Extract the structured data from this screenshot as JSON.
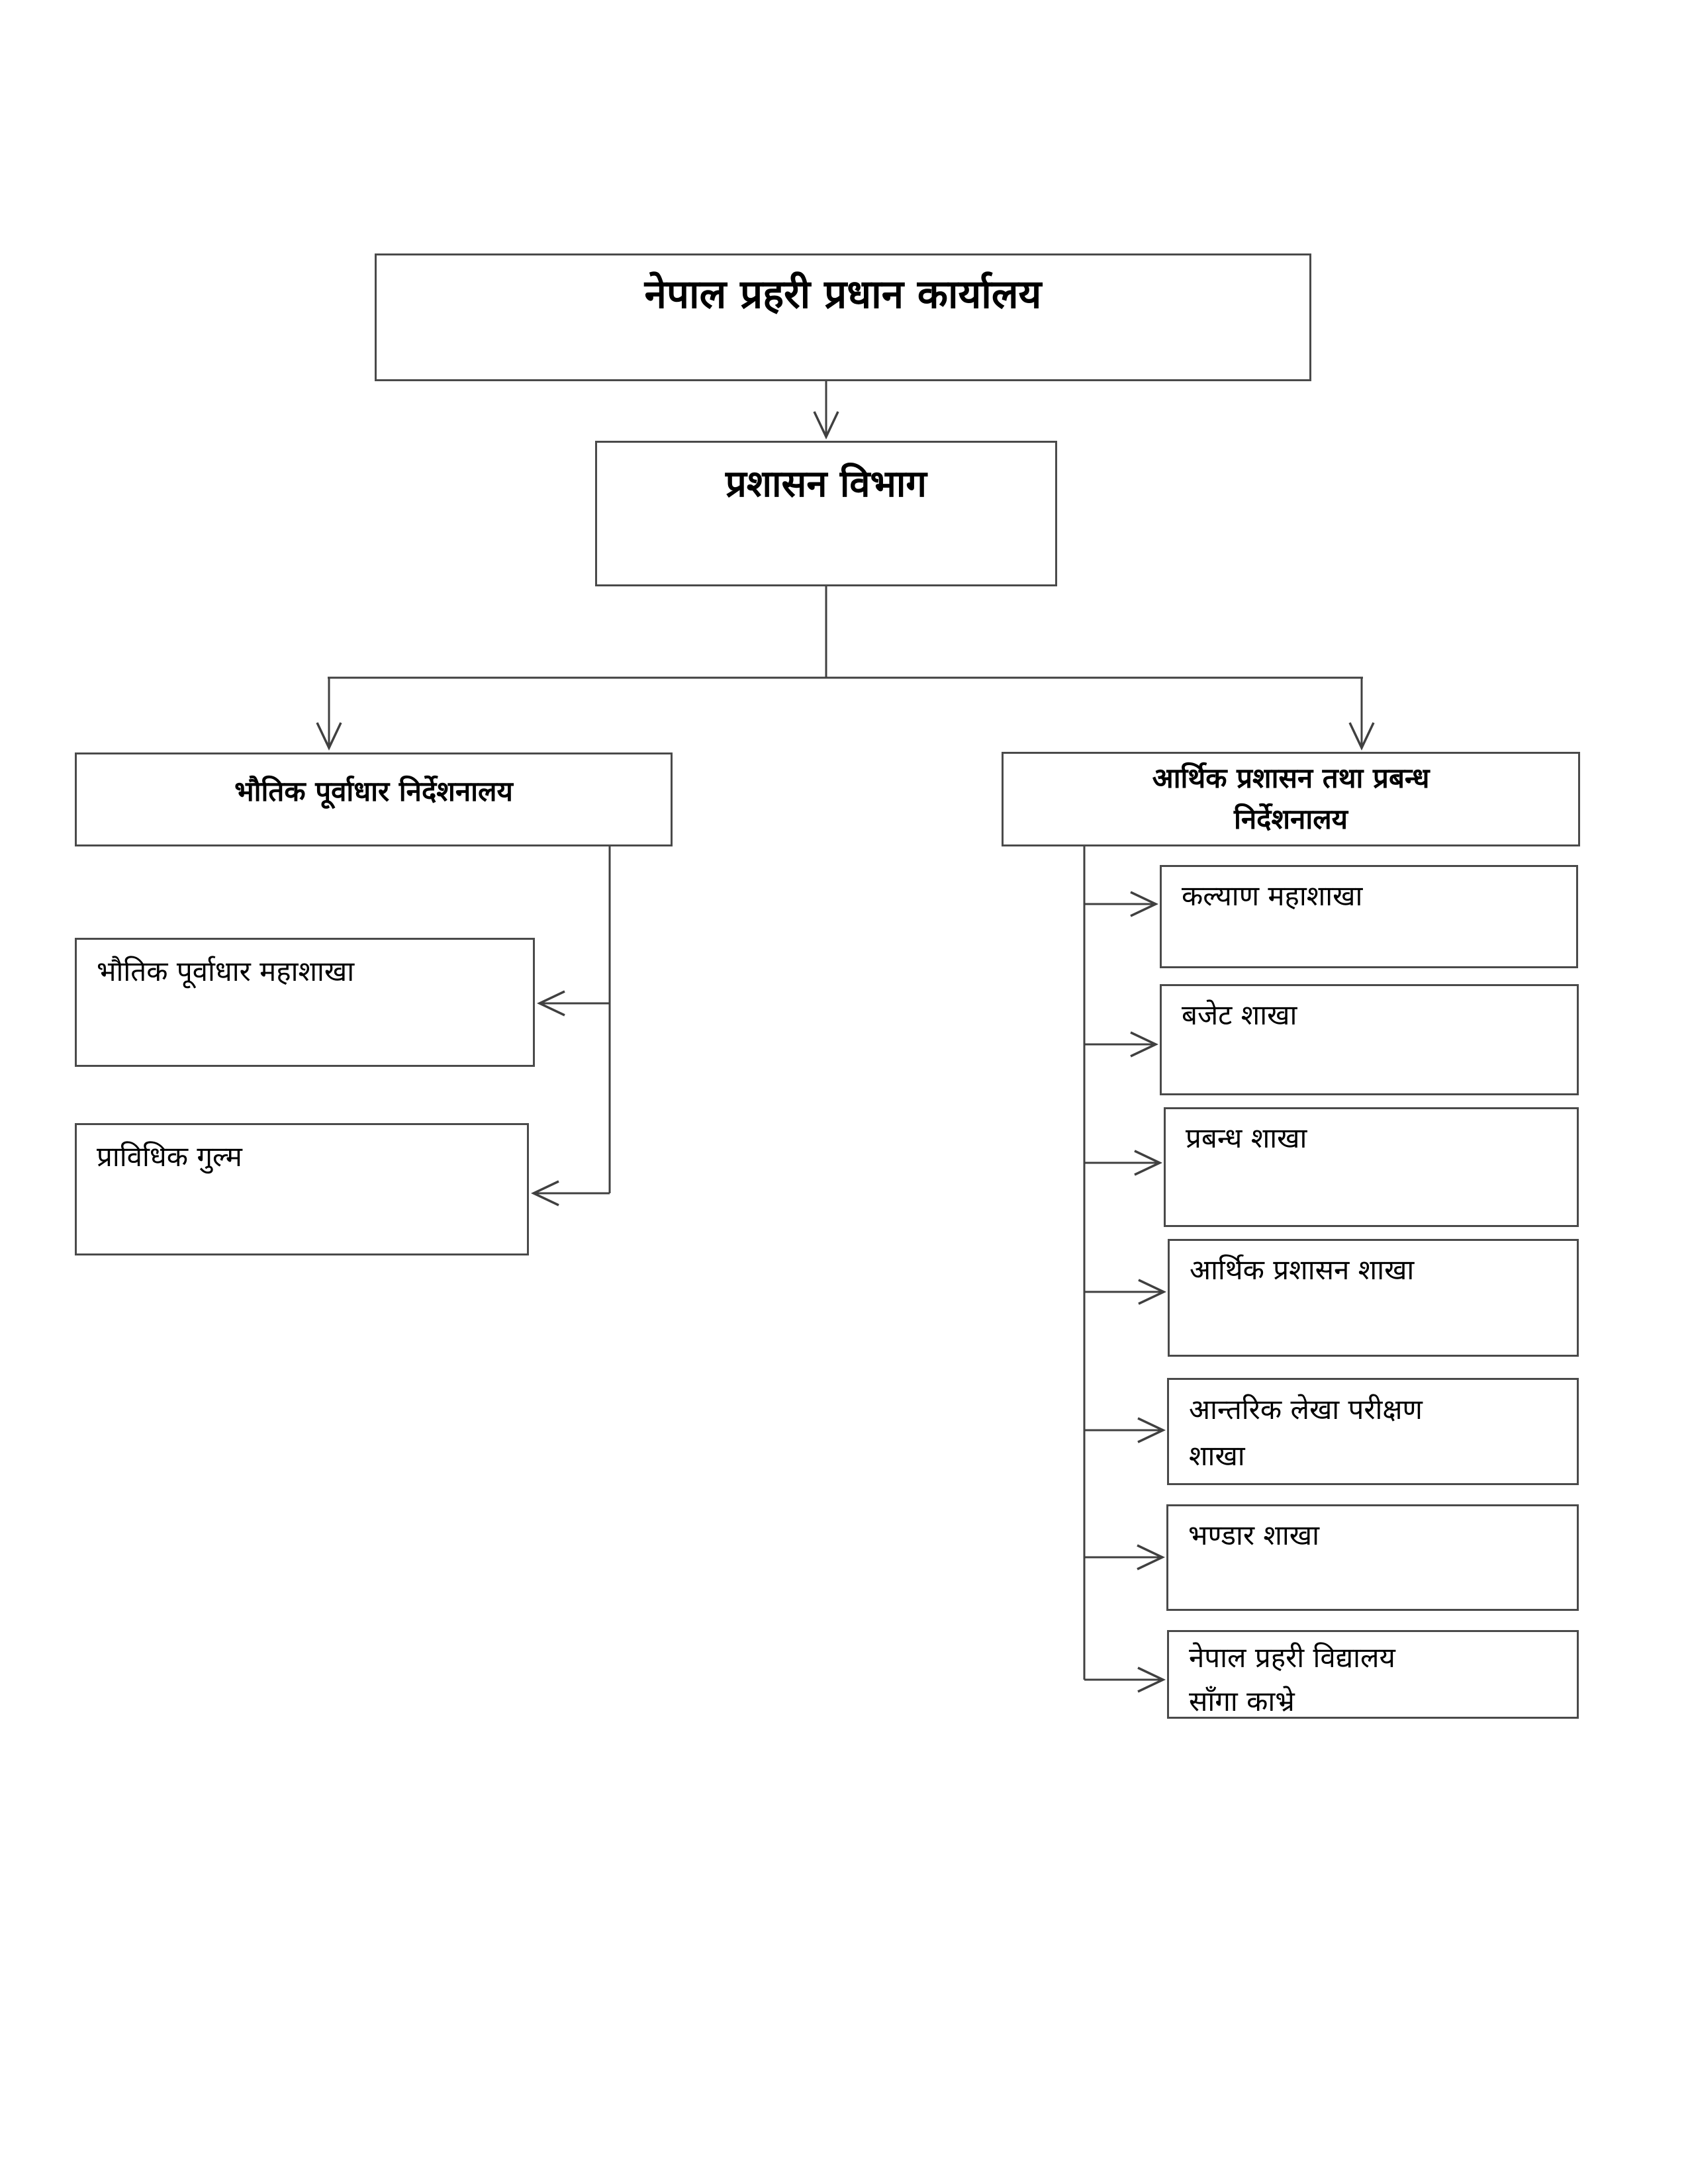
{
  "colors": {
    "background": "#ffffff",
    "box_border": "#4a4a4a",
    "connector_line": "#404040",
    "text": "#000000"
  },
  "org_chart": {
    "root": {
      "label": "नेपाल प्रहरी प्रधान कार्यालय"
    },
    "admin_department": {
      "label": "प्रशासन विभाग"
    },
    "directorate_left": {
      "label": "भौतिक पूर्वाधार निर्देशनालय"
    },
    "directorate_right": {
      "line1": "आर्थिक प्रशासन तथा प्रबन्ध",
      "line2": "निर्देशनालय"
    },
    "left_children": [
      {
        "label": "भौतिक पूर्वाधार महाशाखा"
      },
      {
        "label": "प्राविधिक गुल्म"
      }
    ],
    "right_children": [
      {
        "label": "कल्याण महाशाखा"
      },
      {
        "label": "बजेट शाखा"
      },
      {
        "label": "प्रबन्ध शाखा"
      },
      {
        "label": "आर्थिक प्रशासन शाखा"
      },
      {
        "line1": "आन्तरिक लेखा परीक्षण",
        "line2": "शाखा"
      },
      {
        "label": "भण्डार शाखा"
      },
      {
        "line1": "नेपाल प्रहरी विद्यालय",
        "line2": "साँगा काभ्रे"
      }
    ]
  }
}
